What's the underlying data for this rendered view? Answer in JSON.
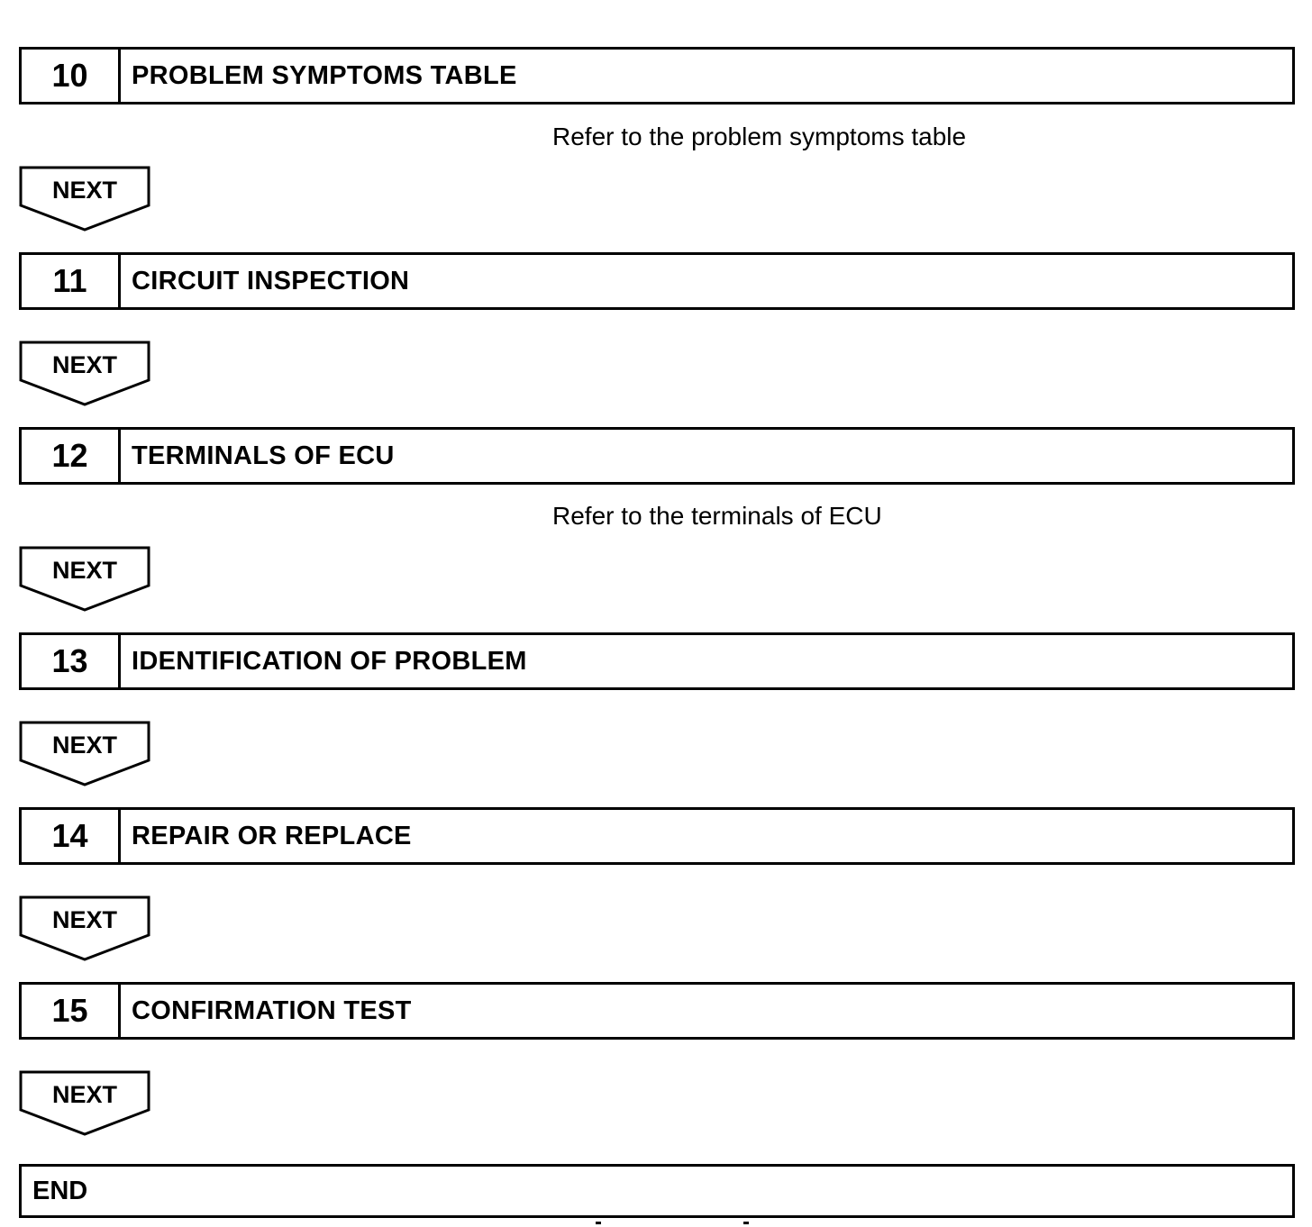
{
  "steps": [
    {
      "number": "10",
      "title": "PROBLEM SYMPTOMS TABLE",
      "note": "Refer to the problem symptoms table"
    },
    {
      "number": "11",
      "title": "CIRCUIT INSPECTION",
      "note": ""
    },
    {
      "number": "12",
      "title": "TERMINALS OF ECU",
      "note": "Refer to the terminals of ECU"
    },
    {
      "number": "13",
      "title": "IDENTIFICATION OF PROBLEM",
      "note": ""
    },
    {
      "number": "14",
      "title": "REPAIR OR REPLACE",
      "note": ""
    },
    {
      "number": "15",
      "title": "CONFIRMATION TEST",
      "note": ""
    }
  ],
  "next_label": "NEXT",
  "end_label": "END"
}
